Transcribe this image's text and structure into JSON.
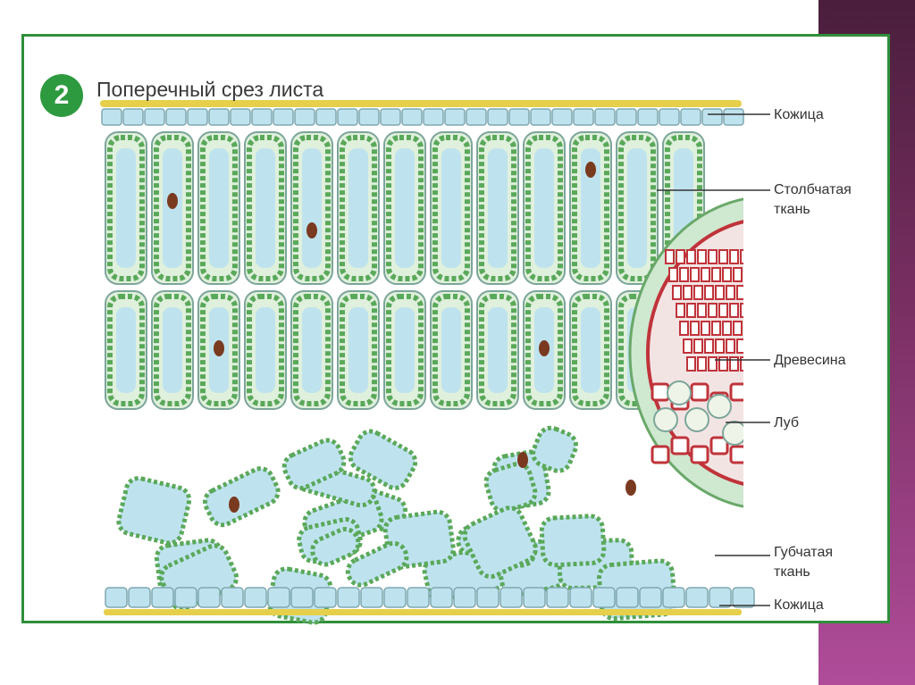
{
  "figure": {
    "number": "2",
    "title": "Поперечный срез листа"
  },
  "labels": {
    "upper_epidermis": "Кожица",
    "palisade_line1": "Столбчатая",
    "palisade_line2": "ткань",
    "xylem": "Древесина",
    "phloem": "Луб",
    "spongy_line1": "Губчатая",
    "spongy_line2": "ткань",
    "lower_epidermis": "Кожица"
  },
  "colors": {
    "frame": "#2f8f3a",
    "badge": "#2e9a3f",
    "chloroplast_green": "#5aa85a",
    "cell_blue": "#bfe3ee",
    "cuticle_yellow": "#e6cf4a",
    "xylem_red": "#c0333a",
    "nucleus": "#7a3a20"
  }
}
